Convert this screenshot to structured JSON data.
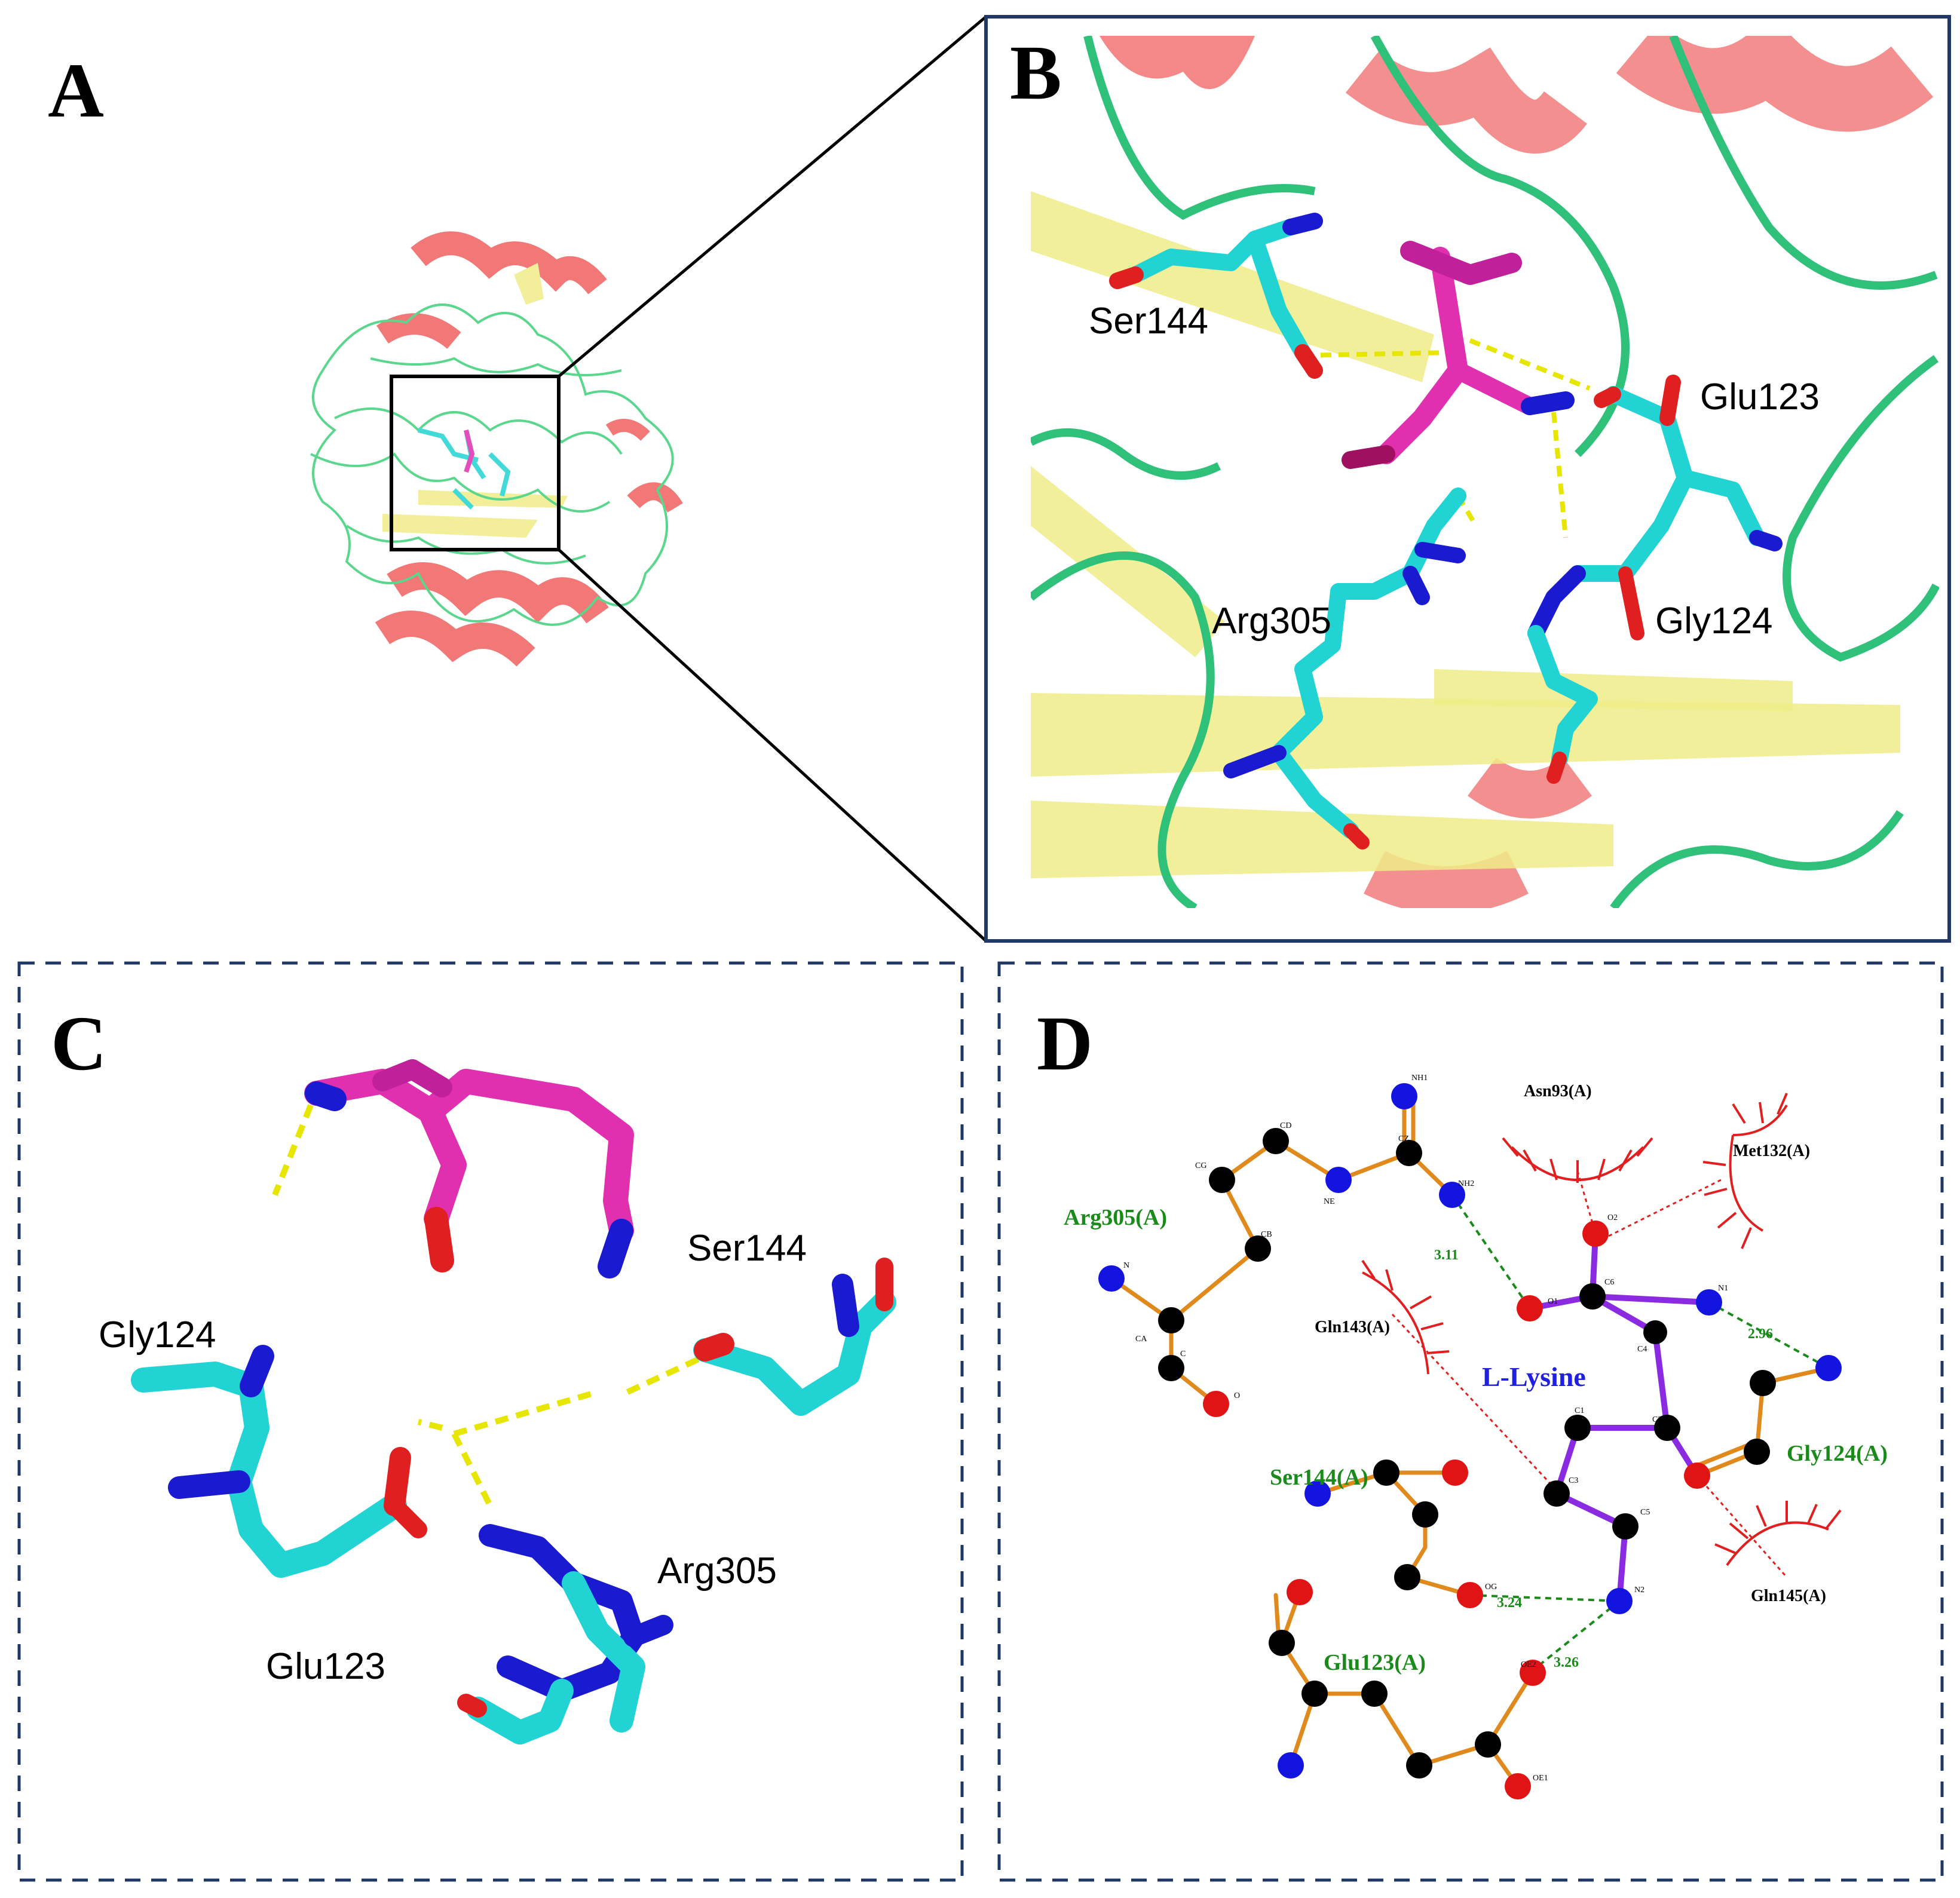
{
  "panels": {
    "a": "A",
    "b": "B",
    "c": "C",
    "d": "D"
  },
  "panel_b_labels": {
    "ser144": "Ser144",
    "glu123": "Glu123",
    "arg305": "Arg305",
    "gly124": "Gly124"
  },
  "panel_c_labels": {
    "ser144": "Ser144",
    "gly124": "Gly124",
    "arg305": "Arg305",
    "glu123": "Glu123"
  },
  "panel_d": {
    "ligand": "L-Lysine",
    "residues": {
      "arg305": "Arg305(A)",
      "ser144": "Ser144(A)",
      "glu123": "Glu123(A)",
      "gly124": "Gly124(A)"
    },
    "hydrophobic": {
      "asn93": "Asn93(A)",
      "met132": "Met132(A)",
      "gln143": "Gln143(A)",
      "gln145": "Gln145(A)"
    },
    "distances": {
      "d1": "3.11",
      "d2": "2.96",
      "d3": "3.24",
      "d4": "3.26"
    },
    "atoms": {
      "nh1": "NH1",
      "nh2": "NH2",
      "cz": "CZ",
      "ne": "NE",
      "cd": "CD",
      "cg": "CG",
      "cb": "CB",
      "n": "N",
      "ca": "CA",
      "c": "C",
      "o": "O",
      "o2": "O2",
      "o1": "O1",
      "c6": "C6",
      "n1": "N1",
      "c4": "C4",
      "c2": "C2",
      "c1": "C1",
      "c3": "C3",
      "c5": "C5",
      "n2": "N2",
      "og": "OG",
      "oe1": "OE1",
      "oe2": "OE2"
    }
  },
  "colors": {
    "carbon_cyan": "#22d3d3",
    "ligand_magenta": "#e030b0",
    "nitrogen": "#1a1ad0",
    "oxygen": "#e02020",
    "hbond": "#e6e600",
    "helix": "#f06060",
    "loop": "#3ed07a",
    "sheet": "#f0ec88",
    "frame": "#1f3864"
  }
}
